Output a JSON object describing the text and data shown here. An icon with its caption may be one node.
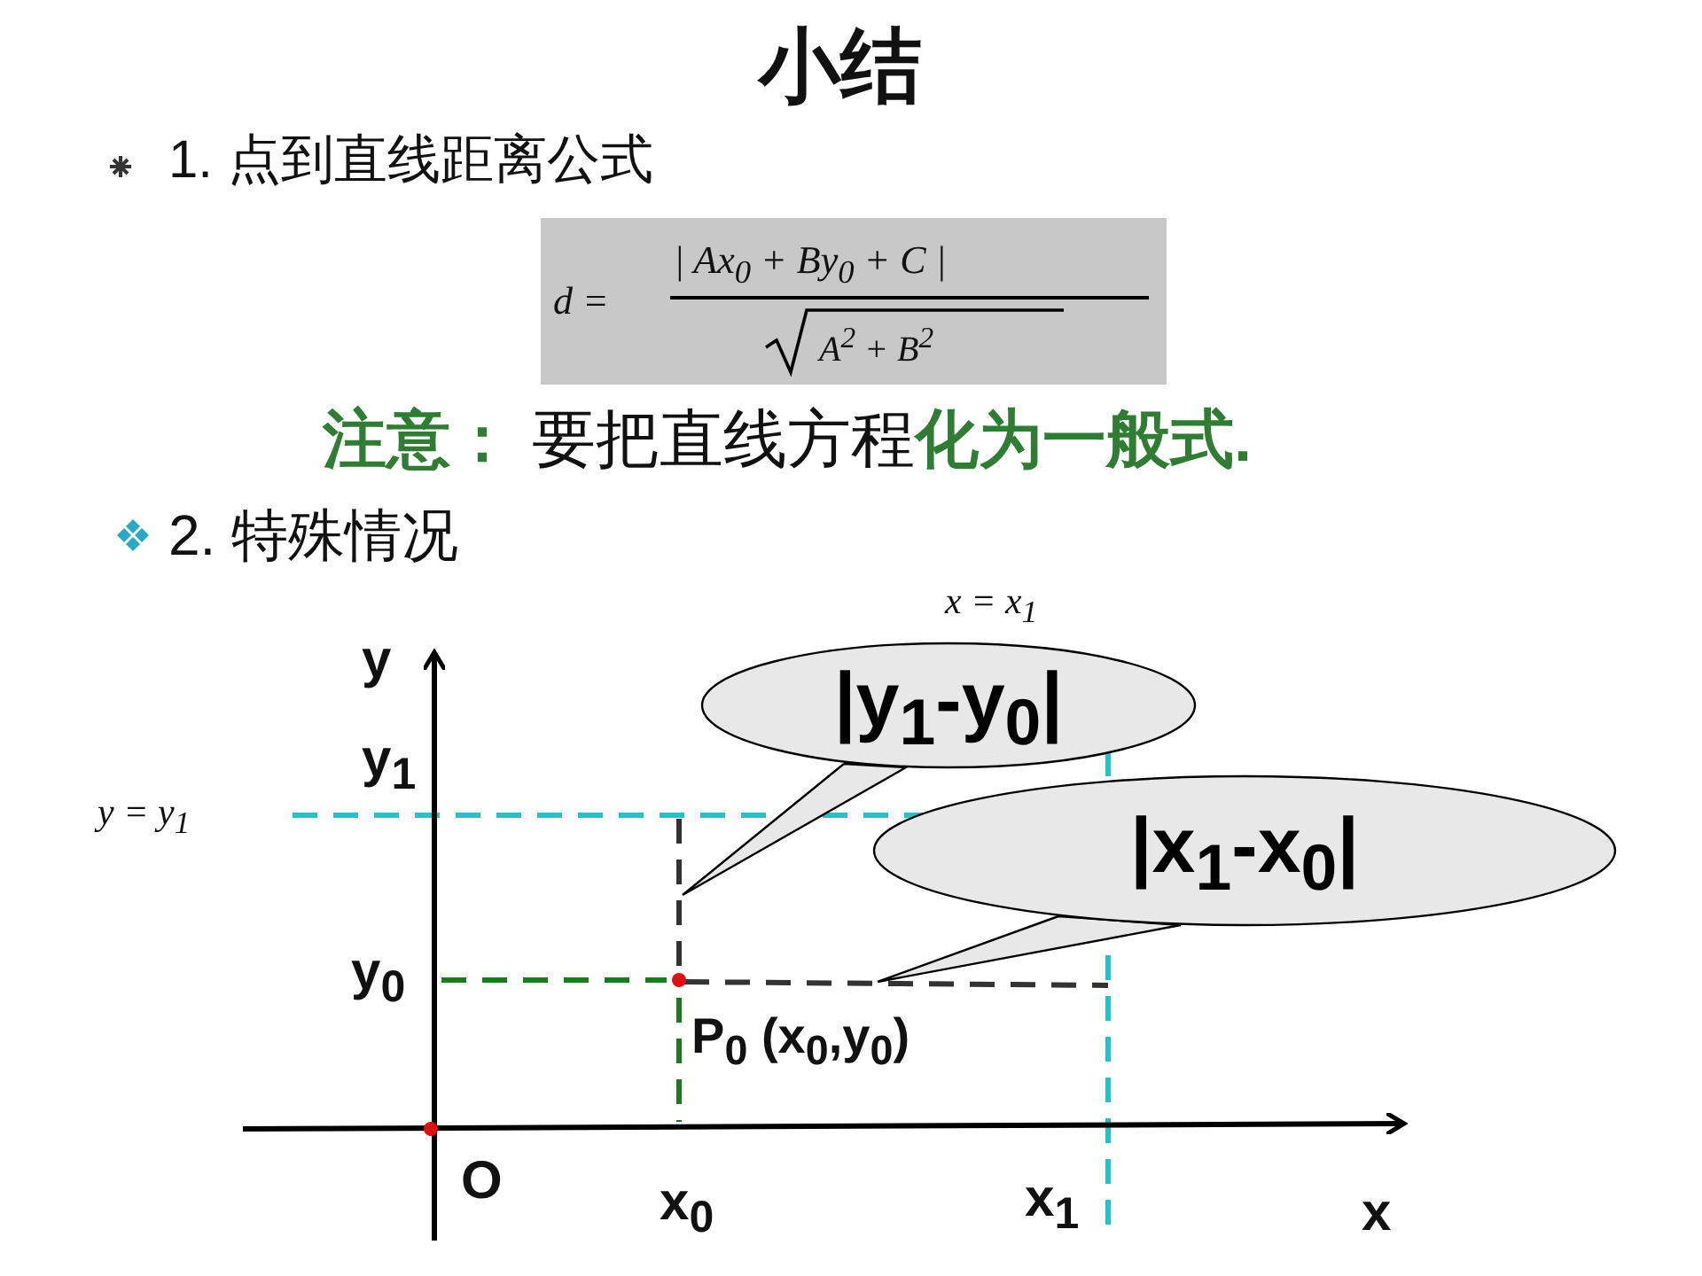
{
  "diagram": {
    "title": "小结",
    "nodes": [
      {
        "text": [
          "|y$_{1}$-y$_{0}$|"
        ]
      },
      {
        "text": [
          "|x$_{1}$-x$_{0}$|"
        ]
      },
      {
        "text": [],
        "shape": "line"
      },
      {
        "text": [],
        "shape": "line"
      }
    ],
    "edges": [
      {
        "from": 0,
        "to": 2,
        "arrow": "none"
      },
      {
        "from": 1,
        "to": 3,
        "arrow": "none"
      }
    ],
    "labels": [
      "1. 点到直线距离公式",
      "d =",
      "| Ax$_{0}$ + By$_{0}$ + C |",
      "A$^{2}$ + B$^{2}$",
      "**注意：** 要把直线方程**化为一般式.**",
      "2. 特殊情况",
      "x = x$_{1}$",
      "y",
      "y$_{1}$",
      "y = y$_{1}$",
      "y$_{0}$",
      "P$_{0}$ (x$_{0}$,y$_{0}$)",
      "O",
      "x$_{0}$",
      "x$_{1}$",
      "x"
    ]
  }
}
